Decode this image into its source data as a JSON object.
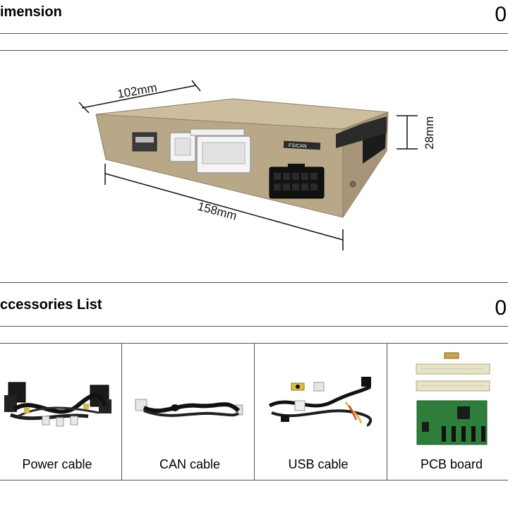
{
  "dimension_section": {
    "title": "imension",
    "number": "0",
    "width_label": "102mm",
    "length_label": "158mm",
    "height_label": "28mm",
    "connector_label": "FS/CAN"
  },
  "accessories_section": {
    "title": "ccessories List",
    "number": "0",
    "items": [
      {
        "label": "Power cable",
        "icon": "power-cable-image"
      },
      {
        "label": "CAN cable",
        "icon": "can-cable-image"
      },
      {
        "label": "USB cable",
        "icon": "usb-cable-image"
      },
      {
        "label": "PCB board",
        "icon": "pcb-board-image"
      }
    ]
  },
  "colors": {
    "box_body": "#b8a888",
    "box_top": "#cbbd9e",
    "box_side": "#a7957a",
    "connector_white": "#f4f4f4",
    "connector_black": "#111111",
    "pcb_green": "#2f7d3a"
  }
}
